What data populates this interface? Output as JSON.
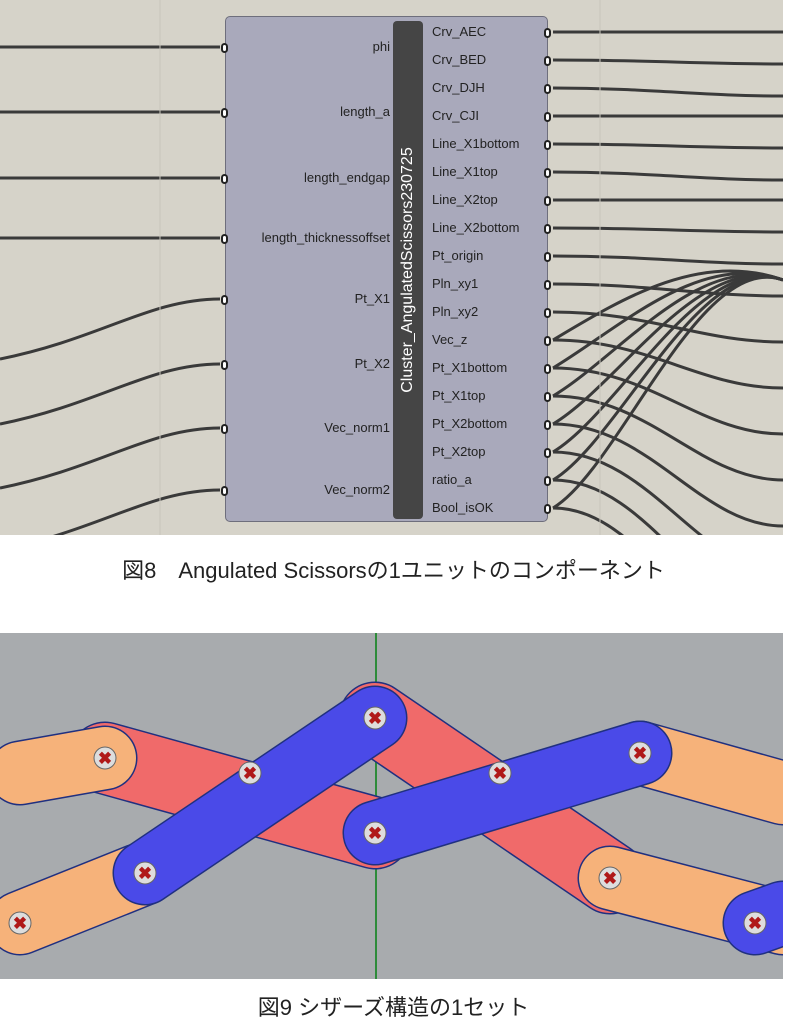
{
  "figure8": {
    "component_title": "Cluster_AngulatedScissors230725",
    "inputs": [
      "phi",
      "length_a",
      "length_endgap",
      "length_thicknessoffset",
      "Pt_X1",
      "Pt_X2",
      "Vec_norm1",
      "Vec_norm2"
    ],
    "outputs": [
      "Crv_AEC",
      "Crv_BED",
      "Crv_DJH",
      "Crv_CJI",
      "Line_X1bottom",
      "Line_X1top",
      "Line_X2top",
      "Line_X2bottom",
      "Pt_origin",
      "Pln_xy1",
      "Pln_xy2",
      "Vec_z",
      "Pt_X1bottom",
      "Pt_X1top",
      "Pt_X2bottom",
      "Pt_X2top",
      "ratio_a",
      "Bool_isOK"
    ],
    "caption": "図8　Angulated Scissorsの1ユニットのコンポーネント"
  },
  "figure9": {
    "caption": "図9 シザーズ構造の1セット",
    "colors": {
      "blue": "#4a4ae8",
      "red": "#f06a6a",
      "orange": "#f6b27a",
      "axis": "#2e8b3a"
    }
  }
}
